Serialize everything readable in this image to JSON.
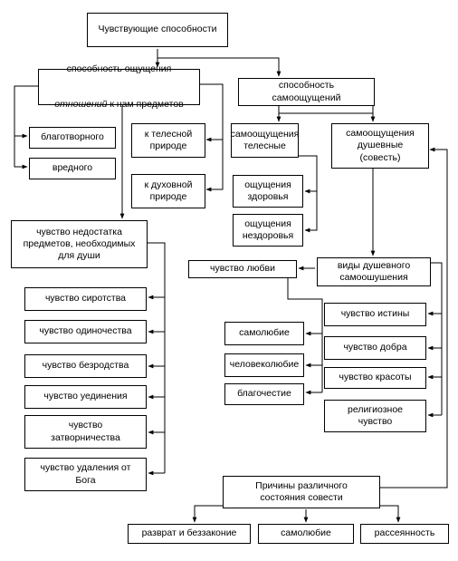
{
  "nodes": {
    "root": "Чувствующие способности",
    "relations_a": "способность ощущения",
    "relations_b": "отношений",
    "relations_c": " к нам предметов",
    "self_sensing": "способность\nсамоощущений",
    "beneficial": "благотворного",
    "harmful": "вредного",
    "to_bodily": "к телесной\nприроде",
    "to_spiritual": "к духовной\nприроде",
    "bodily_self": "самоощущения\nтелесные",
    "soul_self": "самоощущения\nдушевные\n(совесть)",
    "health": "ощущения\nздоровья",
    "illness": "ощущения\nнездоровья",
    "lack": "чувство недостатка\nпредметов, необходимых\nдля души",
    "orphan": "чувство сиротства",
    "loneliness": "чувство одиночества",
    "rootless": "чувство безродства",
    "solitude": "чувство уединения",
    "reclusion": "чувство\nзатворничества",
    "removal": "чувство удаления от\nБога",
    "kinds": "виды душевного\nсамоошушения",
    "love": "чувство любви",
    "selflove": "самолюбие",
    "philanthropy": "человеколюбие",
    "piety": "благочестие",
    "truth": "чувство истины",
    "goodness": "чувство добра",
    "beauty": "чувство красоты",
    "religious": "религиозное\nчувство",
    "causes": "Причины различного\nсостояния совести",
    "depravity": "разврат и беззаконие",
    "selflove2": "самолюбие",
    "distraction": "рассеянность"
  }
}
